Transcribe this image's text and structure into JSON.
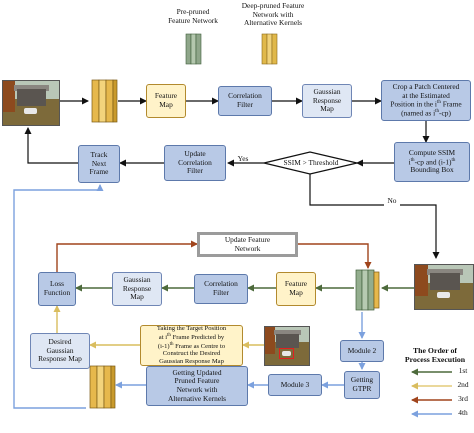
{
  "legend": {
    "title_line1": "The Order of",
    "title_line2": "Process Execution",
    "items": [
      {
        "label": "1st",
        "color": "#4d6a3b"
      },
      {
        "label": "2nd",
        "color": "#e3cc7a"
      },
      {
        "label": "3rd",
        "color": "#a0441c"
      },
      {
        "label": "4th",
        "color": "#7ca1de"
      }
    ]
  },
  "kernel_labels": {
    "pre_pruned_line1": "Pre-pruned",
    "pre_pruned_line2": "Feature Network",
    "deep_pruned_line1": "Deep-pruned Feature",
    "deep_pruned_line2": "Network with",
    "deep_pruned_line3": "Alternative Kernels"
  },
  "top_row": {
    "feature_map_line1": "Feature",
    "feature_map_line2": "Map",
    "correlation_line1": "Correlation",
    "correlation_line2": "Filter",
    "gaussian_line1": "Gaussian",
    "gaussian_line2": "Response",
    "gaussian_line3": "Map",
    "crop_line1": "Crop a Patch Centered",
    "crop_line2": "at the Estimated",
    "crop_line3": "Position in the i",
    "crop_sup": "th",
    "crop_line3b": " Frame",
    "crop_line4": "(named as i",
    "crop_sup2": "th",
    "crop_line4b": "-cp)"
  },
  "second_row": {
    "track_line1": "Track",
    "track_line2": "Next",
    "track_line3": "Frame",
    "update_corr_line1": "Update",
    "update_corr_line2": "Correlation",
    "update_corr_line3": "Filter",
    "yes_label": "Yes",
    "decision": "SSIM > Threshold",
    "no_label": "No",
    "ssim_line1": "Compute SSIM",
    "ssim_line2a": "i",
    "ssim_sup1": "th",
    "ssim_line2b": "-cp and (i-1)",
    "ssim_sup2": "th",
    "ssim_line3": "Bounding Box"
  },
  "update_network_line1": "Update Feature",
  "update_network_line2": "Network",
  "lower_row": {
    "loss_line1": "Loss",
    "loss_line2": "Function",
    "gaussian_line1": "Gaussian",
    "gaussian_line2": "Response",
    "gaussian_line3": "Map",
    "correlation_line1": "Correlation",
    "correlation_line2": "Filter",
    "feature_line1": "Feature",
    "feature_line2": "Map",
    "desired_line1": "Desired",
    "desired_line2": "Gaussian",
    "desired_line3": "Response Map",
    "target_line1": "Taking the Target Position",
    "target_line2a": "at i",
    "target_sup1": "th",
    "target_line2b": " Frame Predicted by",
    "target_line3a": "(i-1)",
    "target_sup2": "th",
    "target_line3b": " Frame as Centre to",
    "target_line4": "Construct the Desired",
    "target_line5": "Gaussian Response Map",
    "module2": "Module 2",
    "gtpr_line1": "Getting",
    "gtpr_line2": "GTPR",
    "module3": "Module 3",
    "updated_line1": "Getting Updated",
    "updated_line2": "Pruned Feature",
    "updated_line3": "Network with",
    "updated_line4": "Alternative Kernels"
  }
}
